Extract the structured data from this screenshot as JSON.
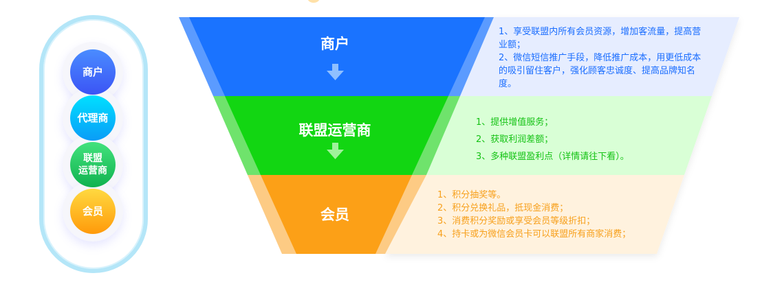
{
  "roles": [
    "商户",
    "代理商",
    "联盟运营商",
    "会员"
  ],
  "funnel": [
    {
      "title": "商户",
      "color": "#1a73ff",
      "lines": [
        "1、享受联盟内所有会员资源，增加客流量，提高营业额；",
        "2、微信短信推广手段，降低推广成本，用更低成本的吸引留住客户，强化顾客忠诚度、提高品牌知名度。"
      ]
    },
    {
      "title": "联盟运营商",
      "color": "#12d612",
      "lines": [
        "1、提供增值服务；",
        "2、获取利润差额；",
        "3、多种联盟盈利点（详情请往下看）。"
      ]
    },
    {
      "title": "会员",
      "color": "#fca017",
      "lines": [
        "1、积分抽奖等。",
        "2、积分兑换礼品，抵现金消费；",
        "3、消费积分奖励或享受会员等级折扣；",
        "4、持卡或为微信会员卡可以联盟所有商家消费；"
      ]
    }
  ]
}
